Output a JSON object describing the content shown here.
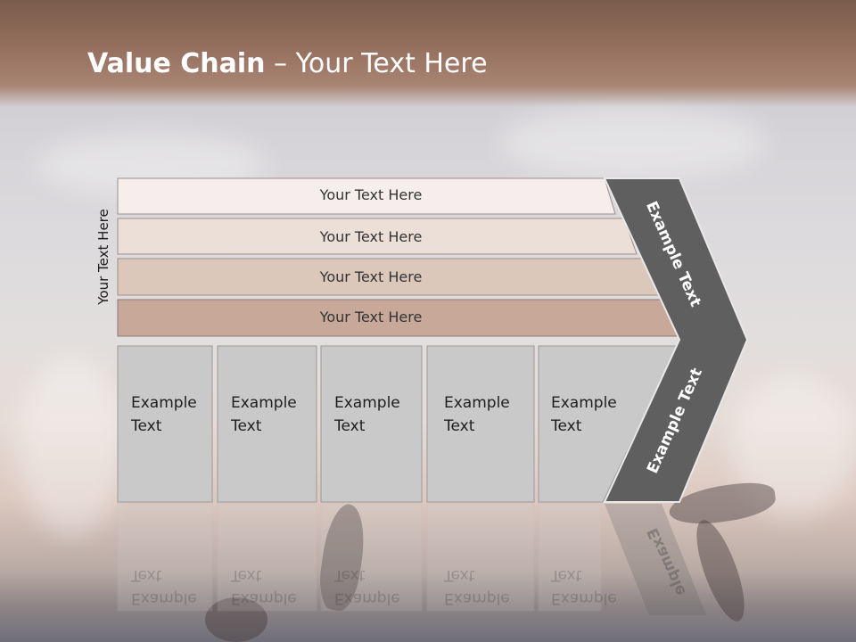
{
  "slide": {
    "title_bold": "Value Chain",
    "title_rest": " – Your Text Here",
    "vertical_label": "Your Text Here",
    "support_bars": [
      "Your Text Here",
      "Your Text Here",
      "Your Text Here",
      "Your Text Here"
    ],
    "primary_boxes": [
      {
        "line1": "Example",
        "line2": "Text"
      },
      {
        "line1": "Example",
        "line2": "Text"
      },
      {
        "line1": "Example",
        "line2": "Text"
      },
      {
        "line1": "Example",
        "line2": "Text"
      },
      {
        "line1": "Example",
        "line2": "Text"
      }
    ],
    "chevron_labels": [
      "Example Text",
      "Example Text"
    ],
    "reflection_label": "Example",
    "colors": {
      "bar1": "#f5eeec",
      "bar2": "#ecdfd8",
      "bar3": "#dcc7bb",
      "bar4": "#c8a999",
      "box": "#c9c9c9",
      "chevron": "#5f5f5f"
    }
  }
}
